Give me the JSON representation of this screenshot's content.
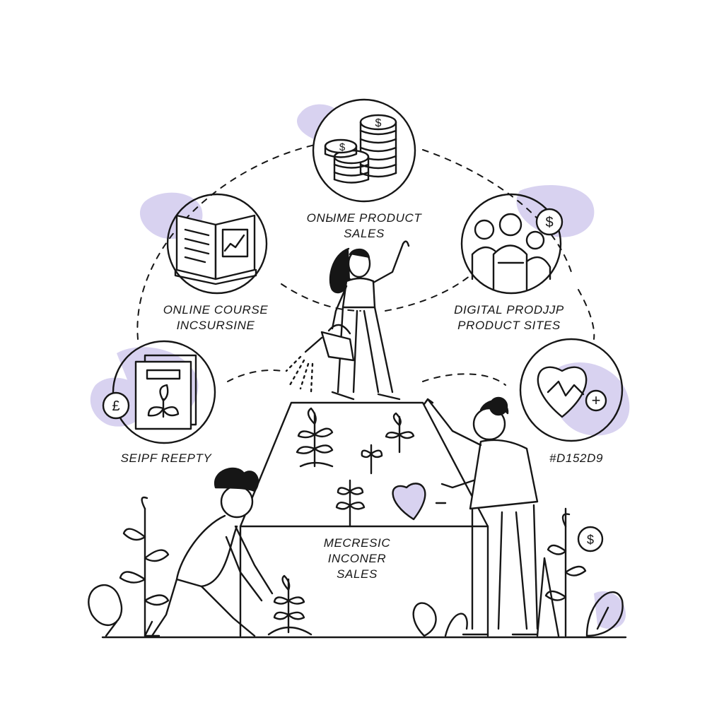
{
  "accent": "#D8D2F0",
  "ink": "#161616",
  "nodes": {
    "top": {
      "line1": "ONЫME PRODUCT",
      "line2": "SALES",
      "icon": "coin-stack-icon"
    },
    "upper_left": {
      "line1": "ONLINE COURSE",
      "line2": "INCSURSINE",
      "icon": "open-book-chart-icon"
    },
    "upper_right": {
      "line1": "DIGITAL PRODJJP",
      "line2": "PRODUCT SITES",
      "icon": "people-dollar-icon"
    },
    "lower_left": {
      "line1": "SEIPF REEPTY",
      "icon": "document-plant-pound-icon"
    },
    "lower_right": {
      "line1": "#D152D9",
      "icon": "heart-plus-icon"
    },
    "center": {
      "line1": "MECRESIC",
      "line2": "INCONER",
      "line3": "SALES"
    }
  },
  "symbols": {
    "dollar": "$",
    "pound": "£",
    "plus": "+"
  }
}
